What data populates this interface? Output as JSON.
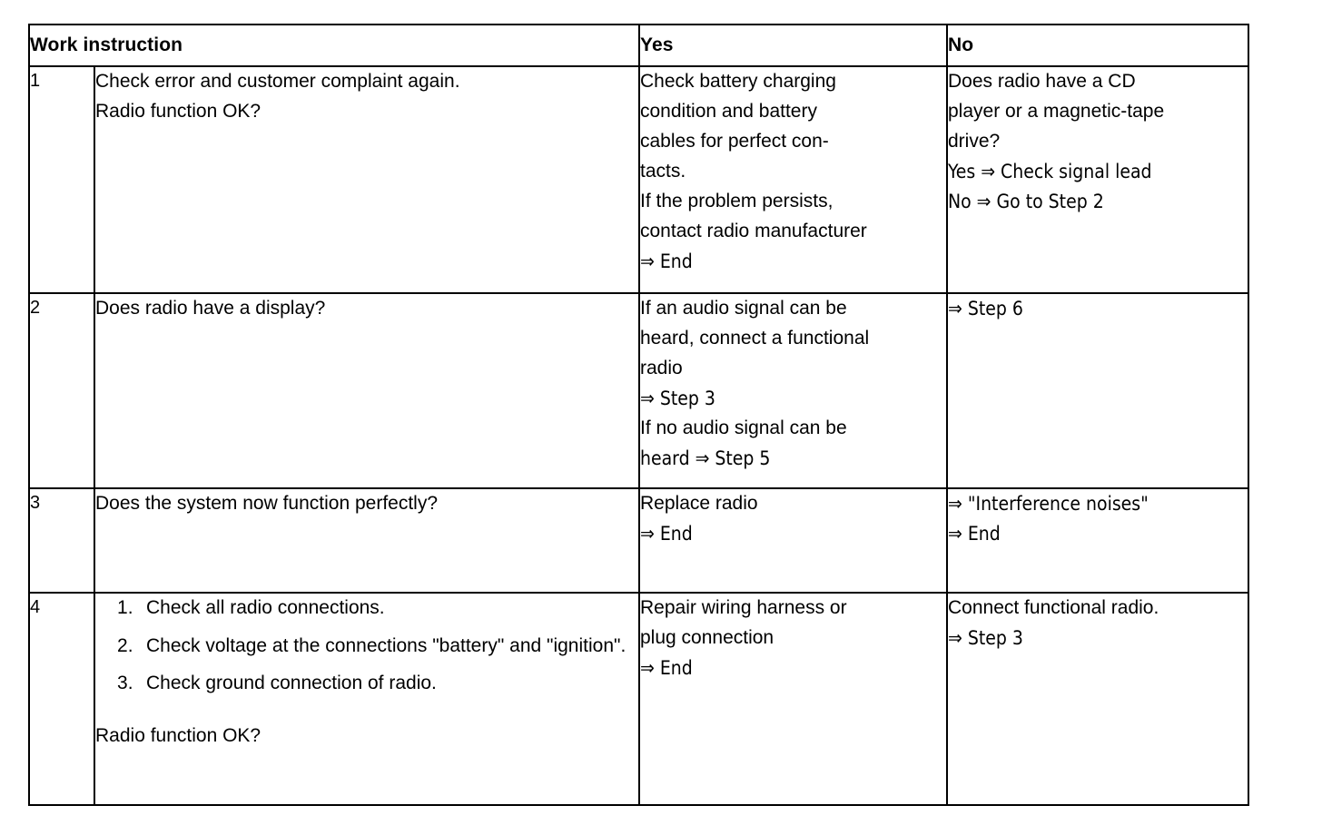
{
  "document": {
    "type": "work-instruction-table",
    "arrow_symbol": "⇒"
  },
  "table": {
    "headers": {
      "instruction": "Work instruction",
      "yes": "Yes",
      "no": "No"
    },
    "rows": [
      {
        "step": "1",
        "instruction_lines": [
          "Check error and customer complaint again.",
          "Radio function OK?"
        ],
        "yes_lines": [
          "Check battery charging",
          "condition and battery",
          "cables for perfect con-",
          "tacts.",
          "If the problem persists,",
          "contact radio manufacturer",
          "⇒ End"
        ],
        "no_lines": [
          "Does radio have a CD",
          "player or a magnetic-tape",
          "drive?",
          "Yes ⇒ Check signal lead",
          "No ⇒ Go to Step 2"
        ]
      },
      {
        "step": "2",
        "instruction_lines": [
          "Does radio have a display?"
        ],
        "yes_lines": [
          "If an audio signal can be",
          "heard, connect a functional",
          "radio",
          "⇒ Step 3",
          "If no audio signal can be",
          "heard ⇒ Step 5"
        ],
        "no_lines": [
          "⇒ Step 6"
        ]
      },
      {
        "step": "3",
        "instruction_lines": [
          "Does the system now function perfectly?"
        ],
        "yes_lines": [
          "Replace radio",
          "⇒ End"
        ],
        "no_lines": [
          "⇒ \"Interference noises\"",
          "⇒ End"
        ]
      },
      {
        "step": "4",
        "instruction_list": [
          "Check all radio connections.",
          "Check voltage at the connections \"battery\" and \"ignition\".",
          "Check ground connection of radio."
        ],
        "instruction_tail": "Radio function OK?",
        "yes_lines": [
          "Repair wiring harness or",
          "plug connection",
          "⇒ End"
        ],
        "no_lines": [
          "Connect functional radio.",
          "⇒ Step 3"
        ]
      }
    ]
  }
}
